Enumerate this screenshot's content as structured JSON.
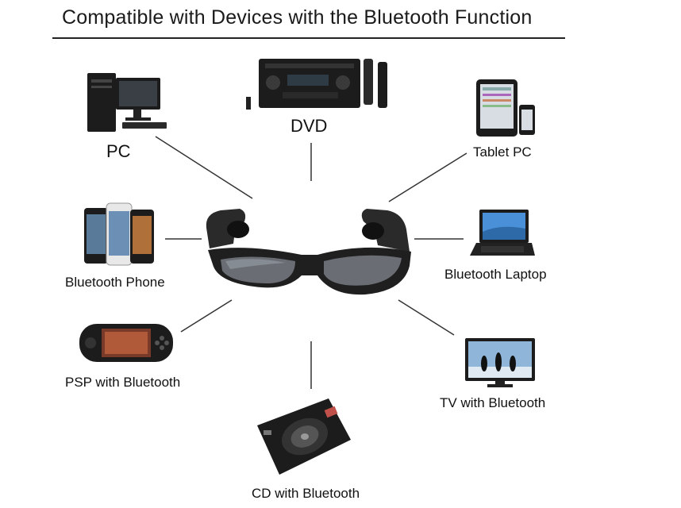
{
  "title": "Compatible with Devices with the Bluetooth Function",
  "center": {
    "icon": "bluetooth-sunglasses"
  },
  "devices": [
    {
      "label": "PC",
      "icon": "desktop-pc-icon"
    },
    {
      "label": "DVD",
      "icon": "dvd-receiver-icon"
    },
    {
      "label": "Tablet PC",
      "icon": "tablet-icon"
    },
    {
      "label": "Bluetooth Phone",
      "icon": "smartphones-icon"
    },
    {
      "label": "Bluetooth Laptop",
      "icon": "laptop-icon"
    },
    {
      "label": "PSP with Bluetooth",
      "icon": "psp-icon"
    },
    {
      "label": "TV with Bluetooth",
      "icon": "tv-icon"
    },
    {
      "label": "CD with Bluetooth",
      "icon": "cd-player-icon"
    }
  ],
  "colors": {
    "line": "#333333",
    "text": "#111111",
    "device_dark": "#1c1c1c",
    "screen_blue": "#4a90d9"
  }
}
